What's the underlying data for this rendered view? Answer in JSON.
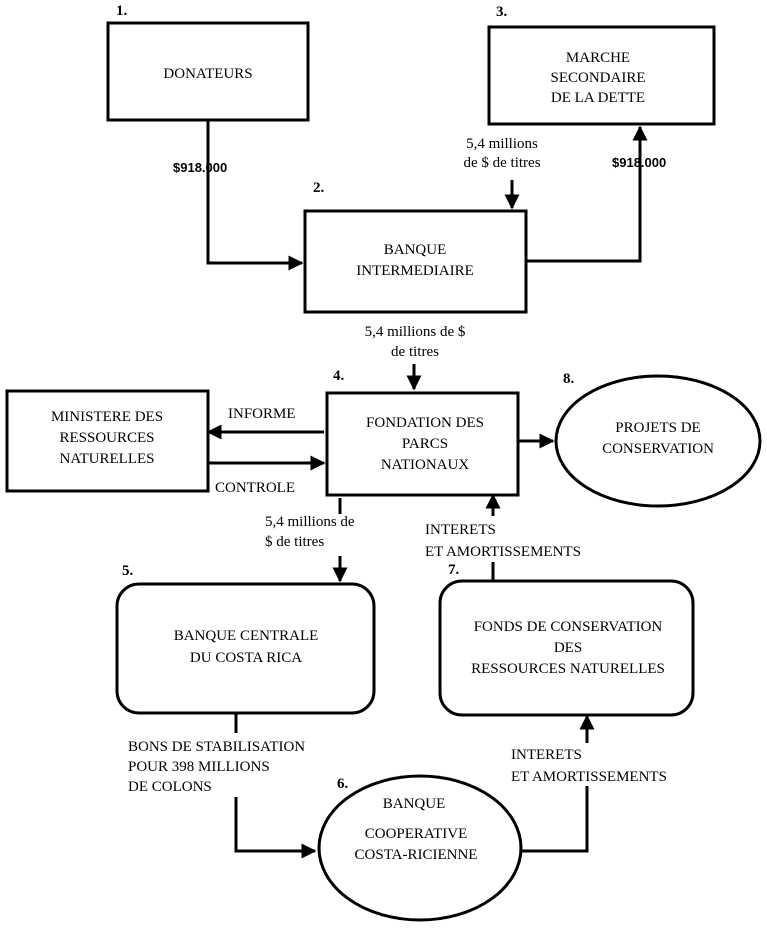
{
  "nodes": {
    "donateurs": {
      "number": "1.",
      "lines": [
        "DONATEURS"
      ]
    },
    "marche": {
      "number": "3.",
      "lines": [
        "MARCHE",
        "SECONDAIRE",
        "DE LA DETTE"
      ]
    },
    "banque_intermediaire": {
      "number": "2.",
      "lines": [
        "BANQUE",
        "INTERMEDIAIRE"
      ]
    },
    "ministere": {
      "lines": [
        "MINISTERE DES",
        "RESSOURCES",
        "NATURELLES"
      ]
    },
    "fondation": {
      "number": "4.",
      "lines": [
        "FONDATION DES",
        "PARCS",
        "NATIONAUX"
      ]
    },
    "projets": {
      "number": "8.",
      "lines": [
        "PROJETS DE",
        "CONSERVATION"
      ]
    },
    "banque_centrale": {
      "number": "5.",
      "lines": [
        "BANQUE CENTRALE",
        "DU COSTA RICA"
      ]
    },
    "fonds": {
      "number": "7.",
      "lines": [
        "FONDS DE CONSERVATION",
        "DES",
        "RESSOURCES NATURELLES"
      ]
    },
    "banque_cooperative": {
      "number": "6.",
      "lines": [
        "BANQUE",
        "COOPERATIVE",
        "COSTA-RICIENNE"
      ]
    }
  },
  "edge_labels": {
    "donateurs_to_banque": "$918.000",
    "marche_to_banque": [
      "5,4 millions",
      "de $ de titres"
    ],
    "banque_to_marche": "$918.000",
    "banque_to_fondation": [
      "5,4 millions de $",
      "de titres"
    ],
    "informe": "INFORME",
    "controle": "CONTROLE",
    "fondation_to_centrale": [
      "5,4 millions de",
      "$ de titres"
    ],
    "interets_1": [
      "INTERETS",
      "ET AMORTISSEMENTS"
    ],
    "bons": [
      "BONS DE STABILISATION",
      "POUR 398 MILLIONS",
      "DE COLONS"
    ],
    "interets_2": [
      "INTERETS",
      "ET AMORTISSEMENTS"
    ]
  }
}
